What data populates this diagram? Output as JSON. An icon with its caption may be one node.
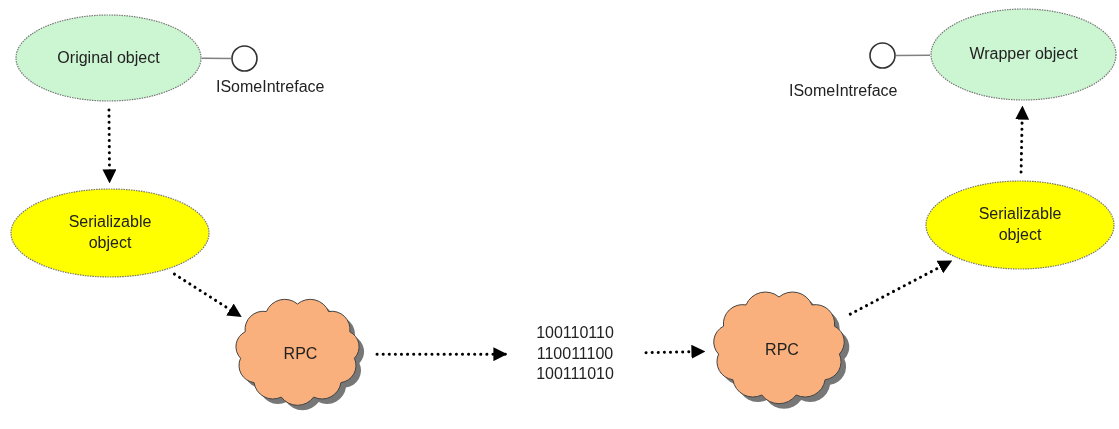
{
  "diagram": {
    "nodes": [
      {
        "text": [
          "Original object"
        ]
      },
      {
        "text": [],
        "shape": "circle",
        "beside": [
          "ISomeIntreface"
        ]
      },
      {
        "text": [
          "Serializable object"
        ]
      },
      {
        "text": [
          "RPC"
        ]
      },
      {
        "text": [
          "100110110 110011100 100111010"
        ]
      },
      {
        "text": [
          "RPC"
        ]
      },
      {
        "text": [
          "Serializable object"
        ]
      },
      {
        "text": [
          "Wrapper object"
        ]
      },
      {
        "text": [],
        "shape": "circle",
        "beside": [
          "ISomeIntreface"
        ]
      }
    ],
    "edges": [
      {
        "from": 0,
        "to": 1,
        "arrow": "none",
        "color": "#808080"
      },
      {
        "from": 0,
        "to": 2,
        "arrow": "to",
        "style": "dashed"
      },
      {
        "from": 2,
        "to": 3,
        "arrow": "to",
        "style": "dashed"
      },
      {
        "from": 3,
        "to": 4,
        "arrow": "to",
        "style": "dashed"
      },
      {
        "from": 4,
        "to": 5,
        "arrow": "to",
        "style": "dashed"
      },
      {
        "from": 5,
        "to": 6,
        "arrow": "to",
        "style": "dashed"
      },
      {
        "from": 6,
        "to": 7,
        "arrow": "to",
        "style": "dashed"
      },
      {
        "from": 8,
        "to": 7,
        "arrow": "none",
        "color": "#808080"
      }
    ]
  }
}
